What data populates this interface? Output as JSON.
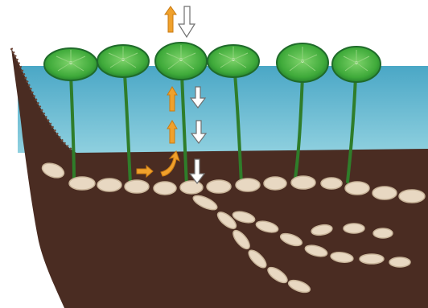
{
  "diagram": {
    "leaves": [
      {
        "id": "leaf-1"
      },
      {
        "id": "leaf-2"
      },
      {
        "id": "leaf-3"
      },
      {
        "id": "leaf-4"
      },
      {
        "id": "leaf-5"
      },
      {
        "id": "leaf-6"
      }
    ],
    "arrows": {
      "upward_flow": {
        "color": "#f0a12c",
        "direction": "up",
        "count": 4
      },
      "downward_flow": {
        "color": "#ffffff",
        "direction": "down",
        "count": 4
      }
    },
    "colors": {
      "water": "#64b7cf",
      "sky": "#ffffff",
      "soil": "#4a2c22",
      "leaf": "#3fae3a",
      "leaf_dark": "#1f6b2a",
      "stem": "#2f7d2a",
      "rhizome": "#e8d8c2"
    }
  }
}
